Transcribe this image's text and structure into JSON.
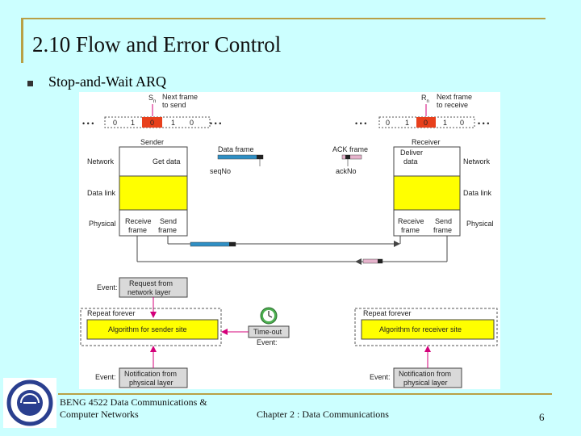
{
  "slide": {
    "title": "2.10 Flow and Error Control",
    "bullet": "Stop-and-Wait ARQ",
    "footer_left_line1": "BENG 4522 Data Communications &",
    "footer_left_line2": "Computer Networks",
    "footer_center": "Chapter 2 : Data Communications",
    "page_number": "6"
  },
  "diagram": {
    "sender_window": {
      "var": "S",
      "sub": "n",
      "label_line1": "Next frame",
      "label_line2": "to send",
      "cells": [
        "0",
        "1",
        "0",
        "1",
        "0"
      ],
      "highlight_index": 2,
      "ellipsis": "• • •"
    },
    "receiver_window": {
      "var": "R",
      "sub": "n",
      "label_line1": "Next frame",
      "label_line2": "to receive",
      "cells": [
        "0",
        "1",
        "0",
        "1",
        "0"
      ],
      "highlight_index": 2,
      "ellipsis": "• • •"
    },
    "sender_box": {
      "title": "Sender",
      "top_label": "Get data",
      "bottom_left_line1": "Receive",
      "bottom_left_line2": "frame",
      "bottom_right_line1": "Send",
      "bottom_right_line2": "frame"
    },
    "receiver_box": {
      "title": "Receiver",
      "top_label_line1": "Deliver",
      "top_label_line2": "data",
      "bottom_left_line1": "Receive",
      "bottom_left_line2": "frame",
      "bottom_right_line1": "Send",
      "bottom_right_line2": "frame"
    },
    "layers_left": [
      "Network",
      "Data link",
      "Physical"
    ],
    "layers_right": [
      "Network",
      "Data link",
      "Physical"
    ],
    "data_frame_label": "Data frame",
    "seqno_label": "seqNo",
    "ack_frame_label": "ACK frame",
    "ackno_label": "ackNo",
    "event_label": "Event:",
    "request_line1": "Request from",
    "request_line2": "network layer",
    "repeat_forever": "Repeat forever",
    "algo_sender": "Algorithm for sender site",
    "algo_receiver": "Algorithm for receiver site",
    "timeout_label": "Time-out",
    "notification_line1": "Notification from",
    "notification_line2": "physical layer",
    "colors": {
      "yellow": "#ffff00",
      "red": "#e8401c",
      "blue": "#2f8fc4",
      "magenta": "#d4007a",
      "green_clock": "#4caf50",
      "box_gray": "#d9d9d9"
    }
  }
}
